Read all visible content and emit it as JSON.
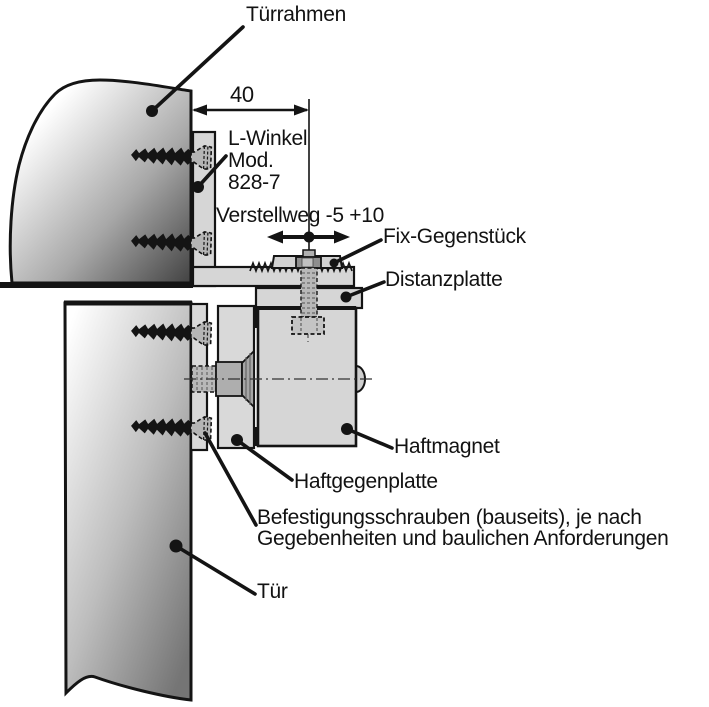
{
  "diagram": {
    "labels": {
      "door_frame": "Türrahmen",
      "bracket_line1": "L-Winkel",
      "bracket_line2": "Mod.",
      "bracket_line3": "828-7",
      "fix_counterpart": "Fix-Gegenstück",
      "distance_plate": "Distanzplatte",
      "holding_magnet": "Haftmagnet",
      "counter_plate": "Haftgegenplatte",
      "mounting_screws_line1": "Befestigungsschrauben (bauseits), je nach",
      "mounting_screws_line2": "Gegebenheiten und baulichen Anforderungen",
      "door": "Tür"
    },
    "dimensions": {
      "width_mm": "40",
      "adjustment_range": "Verstellweg -5 +10"
    },
    "colors": {
      "line": "#141414",
      "metal_light": "#d6d6d6",
      "metal_mid": "#b5b5b5",
      "metal_dark": "#8e8e8e",
      "background": "#ffffff"
    }
  }
}
